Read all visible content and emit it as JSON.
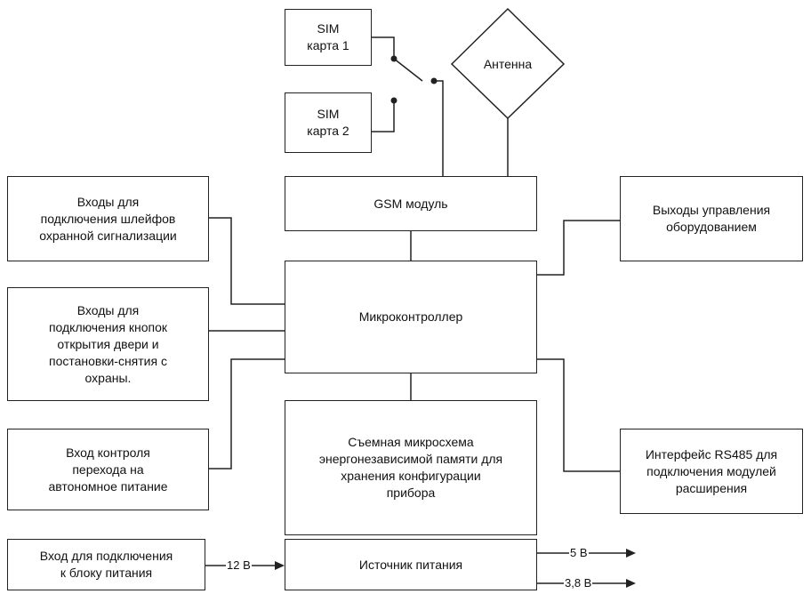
{
  "blocks": {
    "sim1": "SIM\nкарта 1",
    "sim2": "SIM\nкарта 2",
    "antenna": "Антенна",
    "gsm": "GSM модуль",
    "mcu": "Микроконтроллер",
    "memory": "Съемная микросхема\nэнергонезависимой памяти для\nхранения конфигурации\nприбора",
    "loops": "Входы для\nподключения шлейфов\nохранной сигнализации",
    "buttons": "Входы для\nподключения кнопок\nоткрытия двери и\nпостановки-снятия с\nохраны.",
    "backup": "Вход контроля\nперехода на\nавтономное питание",
    "outputs": "Выходы управления\nоборудованием",
    "rs485": "Интерфейс RS485 для\nподключения модулей\nрасширения",
    "psu_input": "Вход для подключения\nк блоку питания",
    "psu": "Источник питания"
  },
  "voltages": {
    "in": "12 В",
    "out1": "5 В",
    "out2": "3,8 В"
  }
}
